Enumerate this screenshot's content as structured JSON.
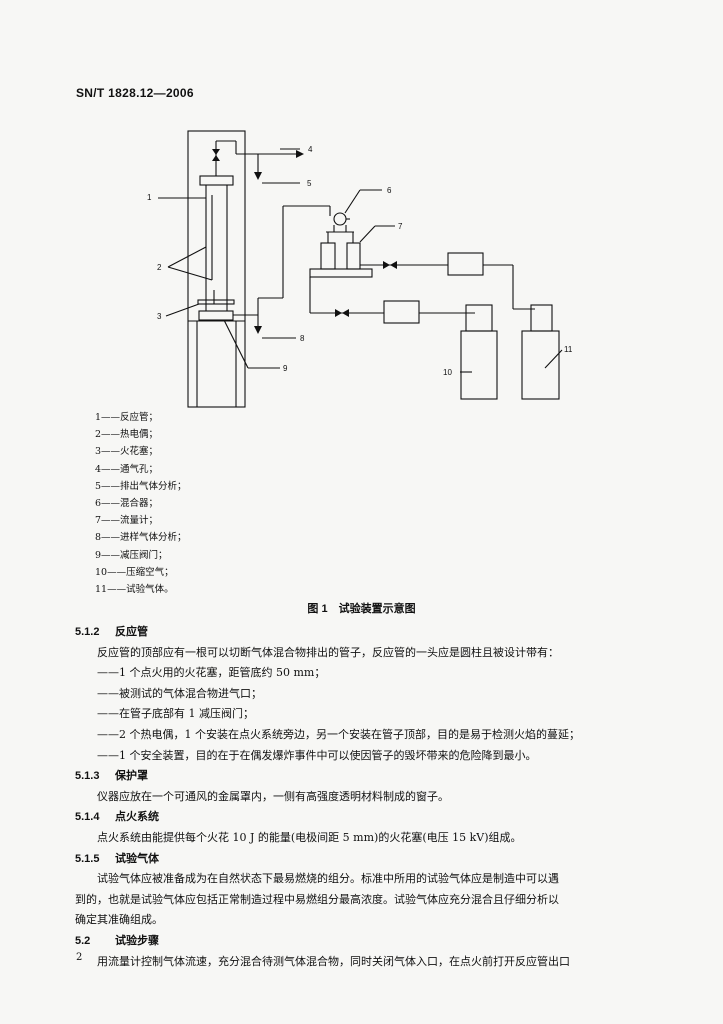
{
  "header": {
    "standard_code": "SN/T 1828.12—2006"
  },
  "figure": {
    "callouts": [
      "1",
      "2",
      "3",
      "4",
      "5",
      "6",
      "7",
      "8",
      "9",
      "10",
      "11"
    ],
    "legend": [
      "1——反应管；",
      "2——热电偶；",
      "3——火花塞；",
      "4——通气孔；",
      "5——排出气体分析；",
      "6——混合器；",
      "7——流量计；",
      "8——进样气体分析；",
      "9——减压阀门；",
      "10——压缩空气；",
      "11——试验气体。"
    ],
    "caption": "图 1　试验装置示意图"
  },
  "sections": {
    "s512": {
      "num": "5.1.2",
      "title": "反应管"
    },
    "s512_intro": "反应管的顶部应有一根可以切断气体混合物排出的管子，反应管的一头应是圆柱且被设计带有：",
    "s512_items": [
      "——1 个点火用的火花塞，距管底约 50 mm；",
      "——被测试的气体混合物进气口；",
      "——在管子底部有 1 减压阀门；",
      "——2 个热电偶，1 个安装在点火系统旁边，另一个安装在管子顶部，目的是易于检测火焰的蔓延；",
      "——1 个安全装置，目的在于在偶发爆炸事件中可以使因管子的毁坏带来的危险降到最小。"
    ],
    "s513": {
      "num": "5.1.3",
      "title": "保护罩"
    },
    "s513_text": "仪器应放在一个可通风的金属罩内，一侧有高强度透明材料制成的窗子。",
    "s514": {
      "num": "5.1.4",
      "title": "点火系统"
    },
    "s514_text": "点火系统由能提供每个火花 10 J 的能量(电极间距 5 mm)的火花塞(电压 15 kV)组成。",
    "s515": {
      "num": "5.1.5",
      "title": "试验气体"
    },
    "s515_lines": [
      "试验气体应被准备成为在自然状态下最易燃烧的组分。标准中所用的试验气体应是制造中可以遇",
      "到的，也就是试验气体应包括正常制造过程中易燃组分最高浓度。试验气体应充分混合且仔细分析以",
      "确定其准确组成。"
    ],
    "s52": {
      "num": "5.2",
      "title": "试验步骤"
    },
    "s52_text": "用流量计控制气体流速，充分混合待测气体混合物，同时关闭气体入口，在点火前打开反应管出口"
  },
  "footer": {
    "page_number": "2"
  }
}
